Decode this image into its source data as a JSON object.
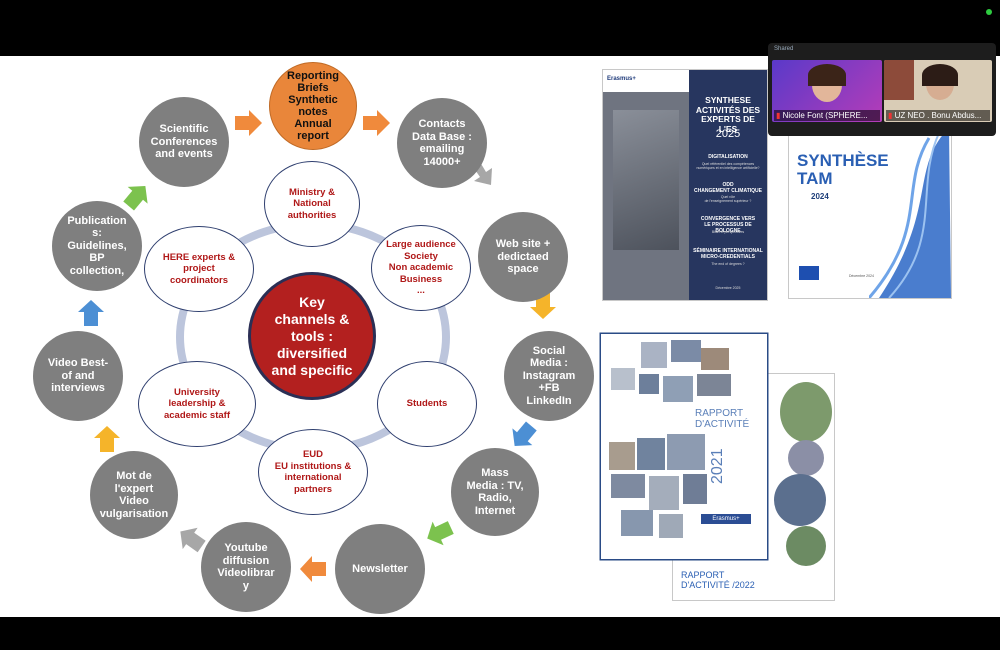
{
  "diagram": {
    "center": "Key\nchannels &\ntools :\ndiversified\nand specific",
    "top": "Reporting\nBriefs\nSynthetic\nnotes\nAnnual\nreport",
    "outer": [
      "Contacts\nData Base :\nemailing\n14000+",
      "Web site +\ndedictaed\nspace",
      "Social\nMedia :\nInstagram\n+FB\nLinkedIn",
      "Mass\nMedia : TV,\nRadio,\nInternet",
      "Newsletter",
      "Youtube\ndiffusion\nVideolibrar\ny",
      "Mot de\nl'expert\nVideo\nvulgarisation",
      "Video Best-\nof and\ninterviews",
      "Publication\ns:\nGuidelines,\nBP\ncollection,",
      "Scientific\nConferences\nand events"
    ],
    "inner": [
      "Ministry &\nNational\nauthorities",
      "Large audience\nSociety\nNon academic\nBusiness\n...",
      "Students",
      "EUD\nEU institutions &\ninternational\npartners",
      "University\nleadership &\nacademic staff",
      "HERE experts &\nproject\ncoordinators"
    ]
  },
  "docs": {
    "synthese": {
      "title": "SYNTHESE\nACTIVITÉS DES\nEXPERTS DE L'ES",
      "year": "2025",
      "s1": "DIGITALISATION",
      "s1sub": "Quel référentiel des compétences\nnumériques et en intelligence artificielle?",
      "s2": "ODD\nCHANGEMENT CLIMATIQUE",
      "s2sub": "Quel rôle\nde l'enseignement supérieur ?",
      "s3": "CONVERGENCE VERS\nLE PROCESSUS DE BOLOGNE",
      "s3sub": "Bilan et perspectives",
      "s4": "SÉMINAIRE INTERNATIONAL\nMICRO-CREDENTIALS",
      "s4sub": "The end of degrees ?",
      "date": "Décembre 2025",
      "brand": "Erasmus+"
    },
    "tam": {
      "title": "SYNTHÈSE\nTAM",
      "year": "2024",
      "date": "Décembre 2024"
    },
    "rapport2021": {
      "title": "RAPPORT\nD'ACTIVITÉ",
      "year": "2021",
      "brand": "Erasmus+"
    },
    "rapport2022": {
      "title": "RAPPORT\nD'ACTIVITÉ /2022"
    }
  },
  "video_call": {
    "label": "Shared",
    "participants": [
      {
        "name": "Nicole Font (SPHERE..."
      },
      {
        "name": "UZ NEO . Bonu Abdus..."
      }
    ]
  },
  "colors": {
    "gray": "#7f7f7f",
    "red": "#b3201f",
    "orange": "#e9863a",
    "navy": "#2b3a68"
  }
}
